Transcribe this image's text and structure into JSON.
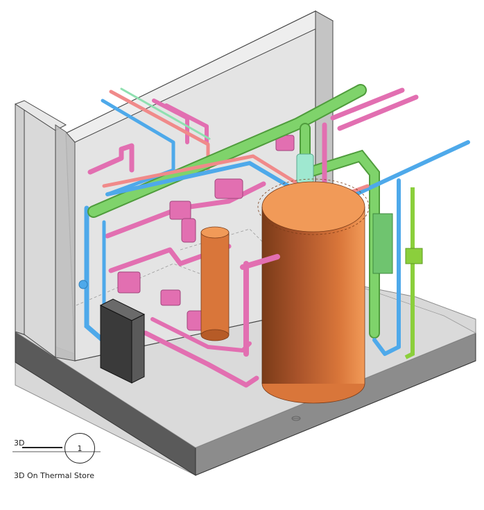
{
  "view": {
    "tag": "3D",
    "number": "1",
    "title": "3D On Thermal Store"
  },
  "colors": {
    "background": "#ffffff",
    "wall": "#dcdcdc",
    "floor": "#d6d6d6",
    "slab_side": "#555555",
    "glass": "#c8c8c8",
    "tank": "#d9763a",
    "tank_dark": "#7a3b18",
    "tank_light": "#f19a58",
    "pipe_green": "#7fd36b",
    "pipe_green_dark": "#4f9c3c",
    "pipe_pink": "#e26fb1",
    "pipe_pink_dark": "#b44a88",
    "pipe_blue": "#4ea9ea",
    "pipe_red": "#f08a8a",
    "pipe_lightgreen": "#8fe0b0",
    "panel": "#3a3a3a",
    "device_green": "#6fc46f",
    "device_mint": "#9fe8d0",
    "lime": "#8bcf3c"
  }
}
